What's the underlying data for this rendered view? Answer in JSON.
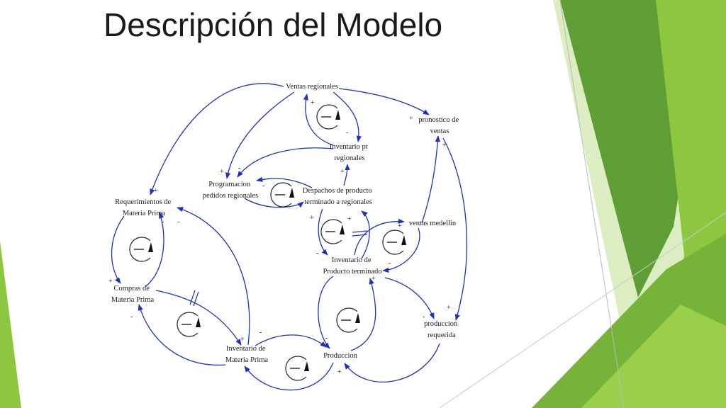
{
  "slide": {
    "title": "Descripción del Modelo"
  },
  "theme": {
    "accent_dark": "#5a9a2c",
    "accent_light": "#8dc63f",
    "accent_pale": "#cfe6a7",
    "link_color": "#1f2fc4"
  },
  "diagram": {
    "nodes": {
      "ventas_regionales": [
        "Ventas regionales"
      ],
      "pronostico": [
        "pronostico de",
        "ventas"
      ],
      "inventario_pt_regionales": [
        "Inventario pt",
        "regionales"
      ],
      "programacion": [
        "Programacion",
        "pedidos regionales"
      ],
      "despachos": [
        "Despachos de producto",
        "terminado a regionales"
      ],
      "requerimientos": [
        "Requerimientos de",
        "Materia Prima"
      ],
      "ventas_medellin": [
        "ventas medellin"
      ],
      "inventario_producto_terminado": [
        "Inventario de",
        "Producto terminado"
      ],
      "compras": [
        "Compras de",
        "Materia Prima"
      ],
      "produccion_requerida": [
        "produccion",
        "requerida"
      ],
      "inventario_mp": [
        "Inventario de",
        "Materia Prima"
      ],
      "produccion": [
        "Produccion"
      ]
    },
    "signs": {
      "plus": "+",
      "minus": "-"
    },
    "loop_symbol": "balancing"
  }
}
